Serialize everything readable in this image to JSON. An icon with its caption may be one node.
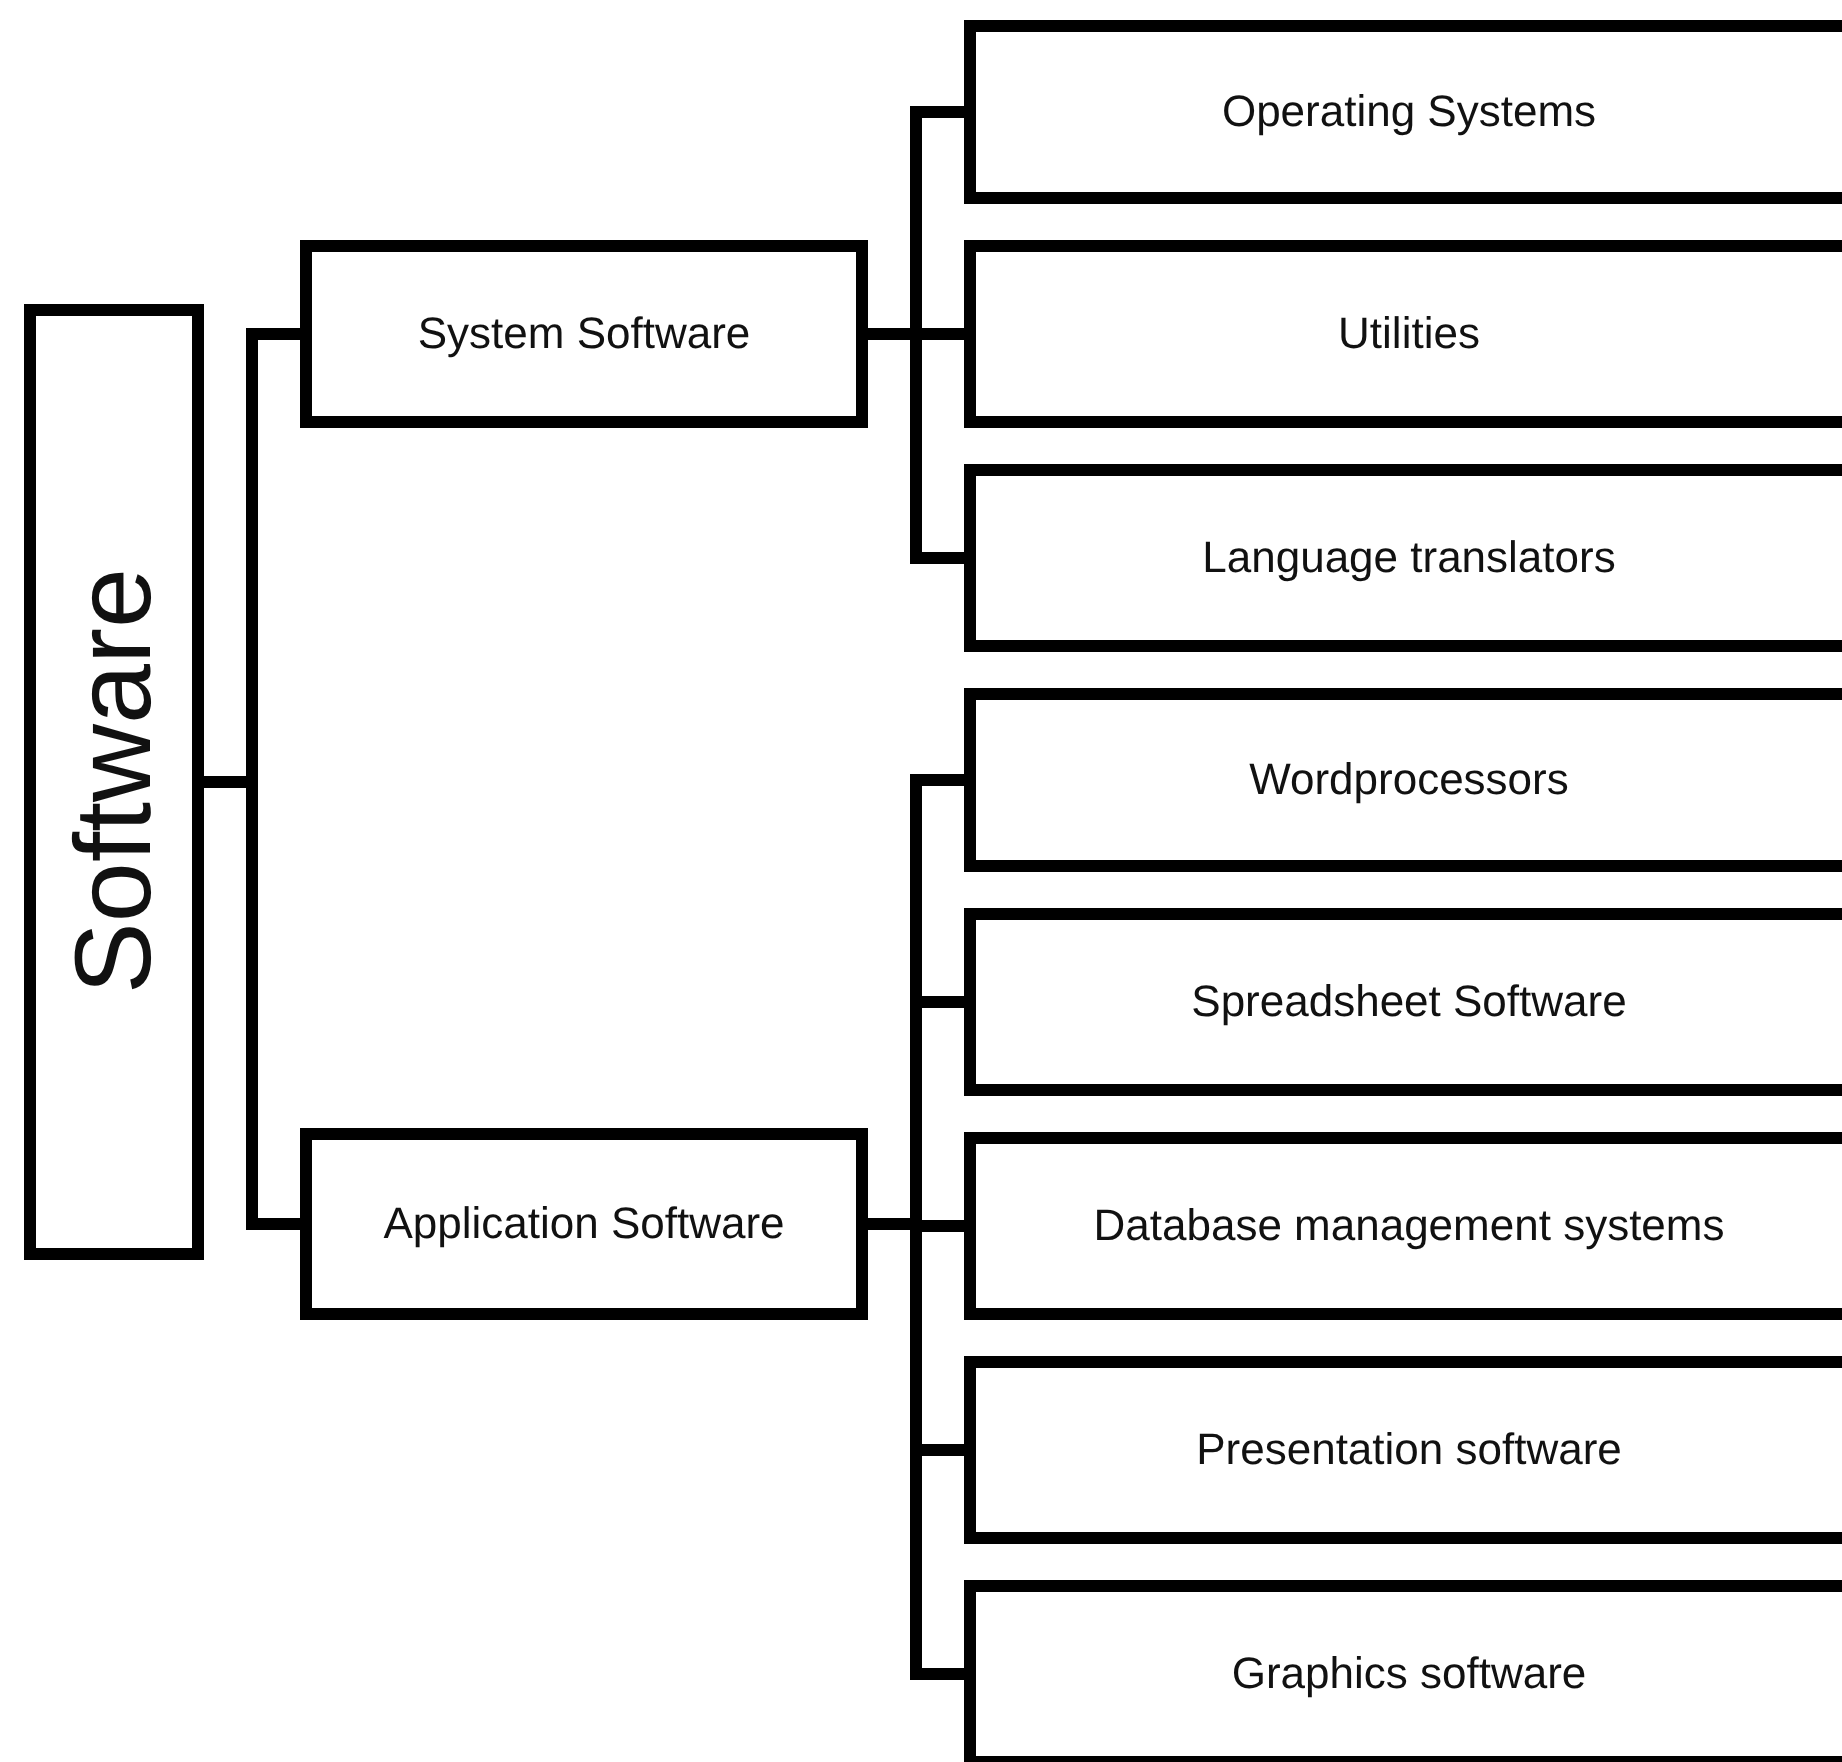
{
  "diagram": {
    "nodes": [
      {
        "text": [
          "Software"
        ]
      },
      {
        "text": [
          "System Software"
        ]
      },
      {
        "text": [
          "Application Software"
        ]
      },
      {
        "text": [
          "Operating Systems"
        ]
      },
      {
        "text": [
          "Utilities"
        ]
      },
      {
        "text": [
          "Language translators"
        ]
      },
      {
        "text": [
          "Wordprocessors"
        ]
      },
      {
        "text": [
          "Spreadsheet Software"
        ]
      },
      {
        "text": [
          "Database management systems"
        ]
      },
      {
        "text": [
          "Presentation software"
        ]
      },
      {
        "text": [
          "Graphics software"
        ]
      }
    ],
    "edges": [
      {
        "from": 0,
        "to": 1,
        "arrow": "none"
      },
      {
        "from": 0,
        "to": 2,
        "arrow": "none"
      },
      {
        "from": 1,
        "to": 3,
        "arrow": "none"
      },
      {
        "from": 1,
        "to": 4,
        "arrow": "none"
      },
      {
        "from": 1,
        "to": 5,
        "arrow": "none"
      },
      {
        "from": 2,
        "to": 6,
        "arrow": "none"
      },
      {
        "from": 2,
        "to": 7,
        "arrow": "none"
      },
      {
        "from": 2,
        "to": 8,
        "arrow": "none"
      },
      {
        "from": 2,
        "to": 9,
        "arrow": "none"
      },
      {
        "from": 2,
        "to": 10,
        "arrow": "none"
      }
    ]
  }
}
